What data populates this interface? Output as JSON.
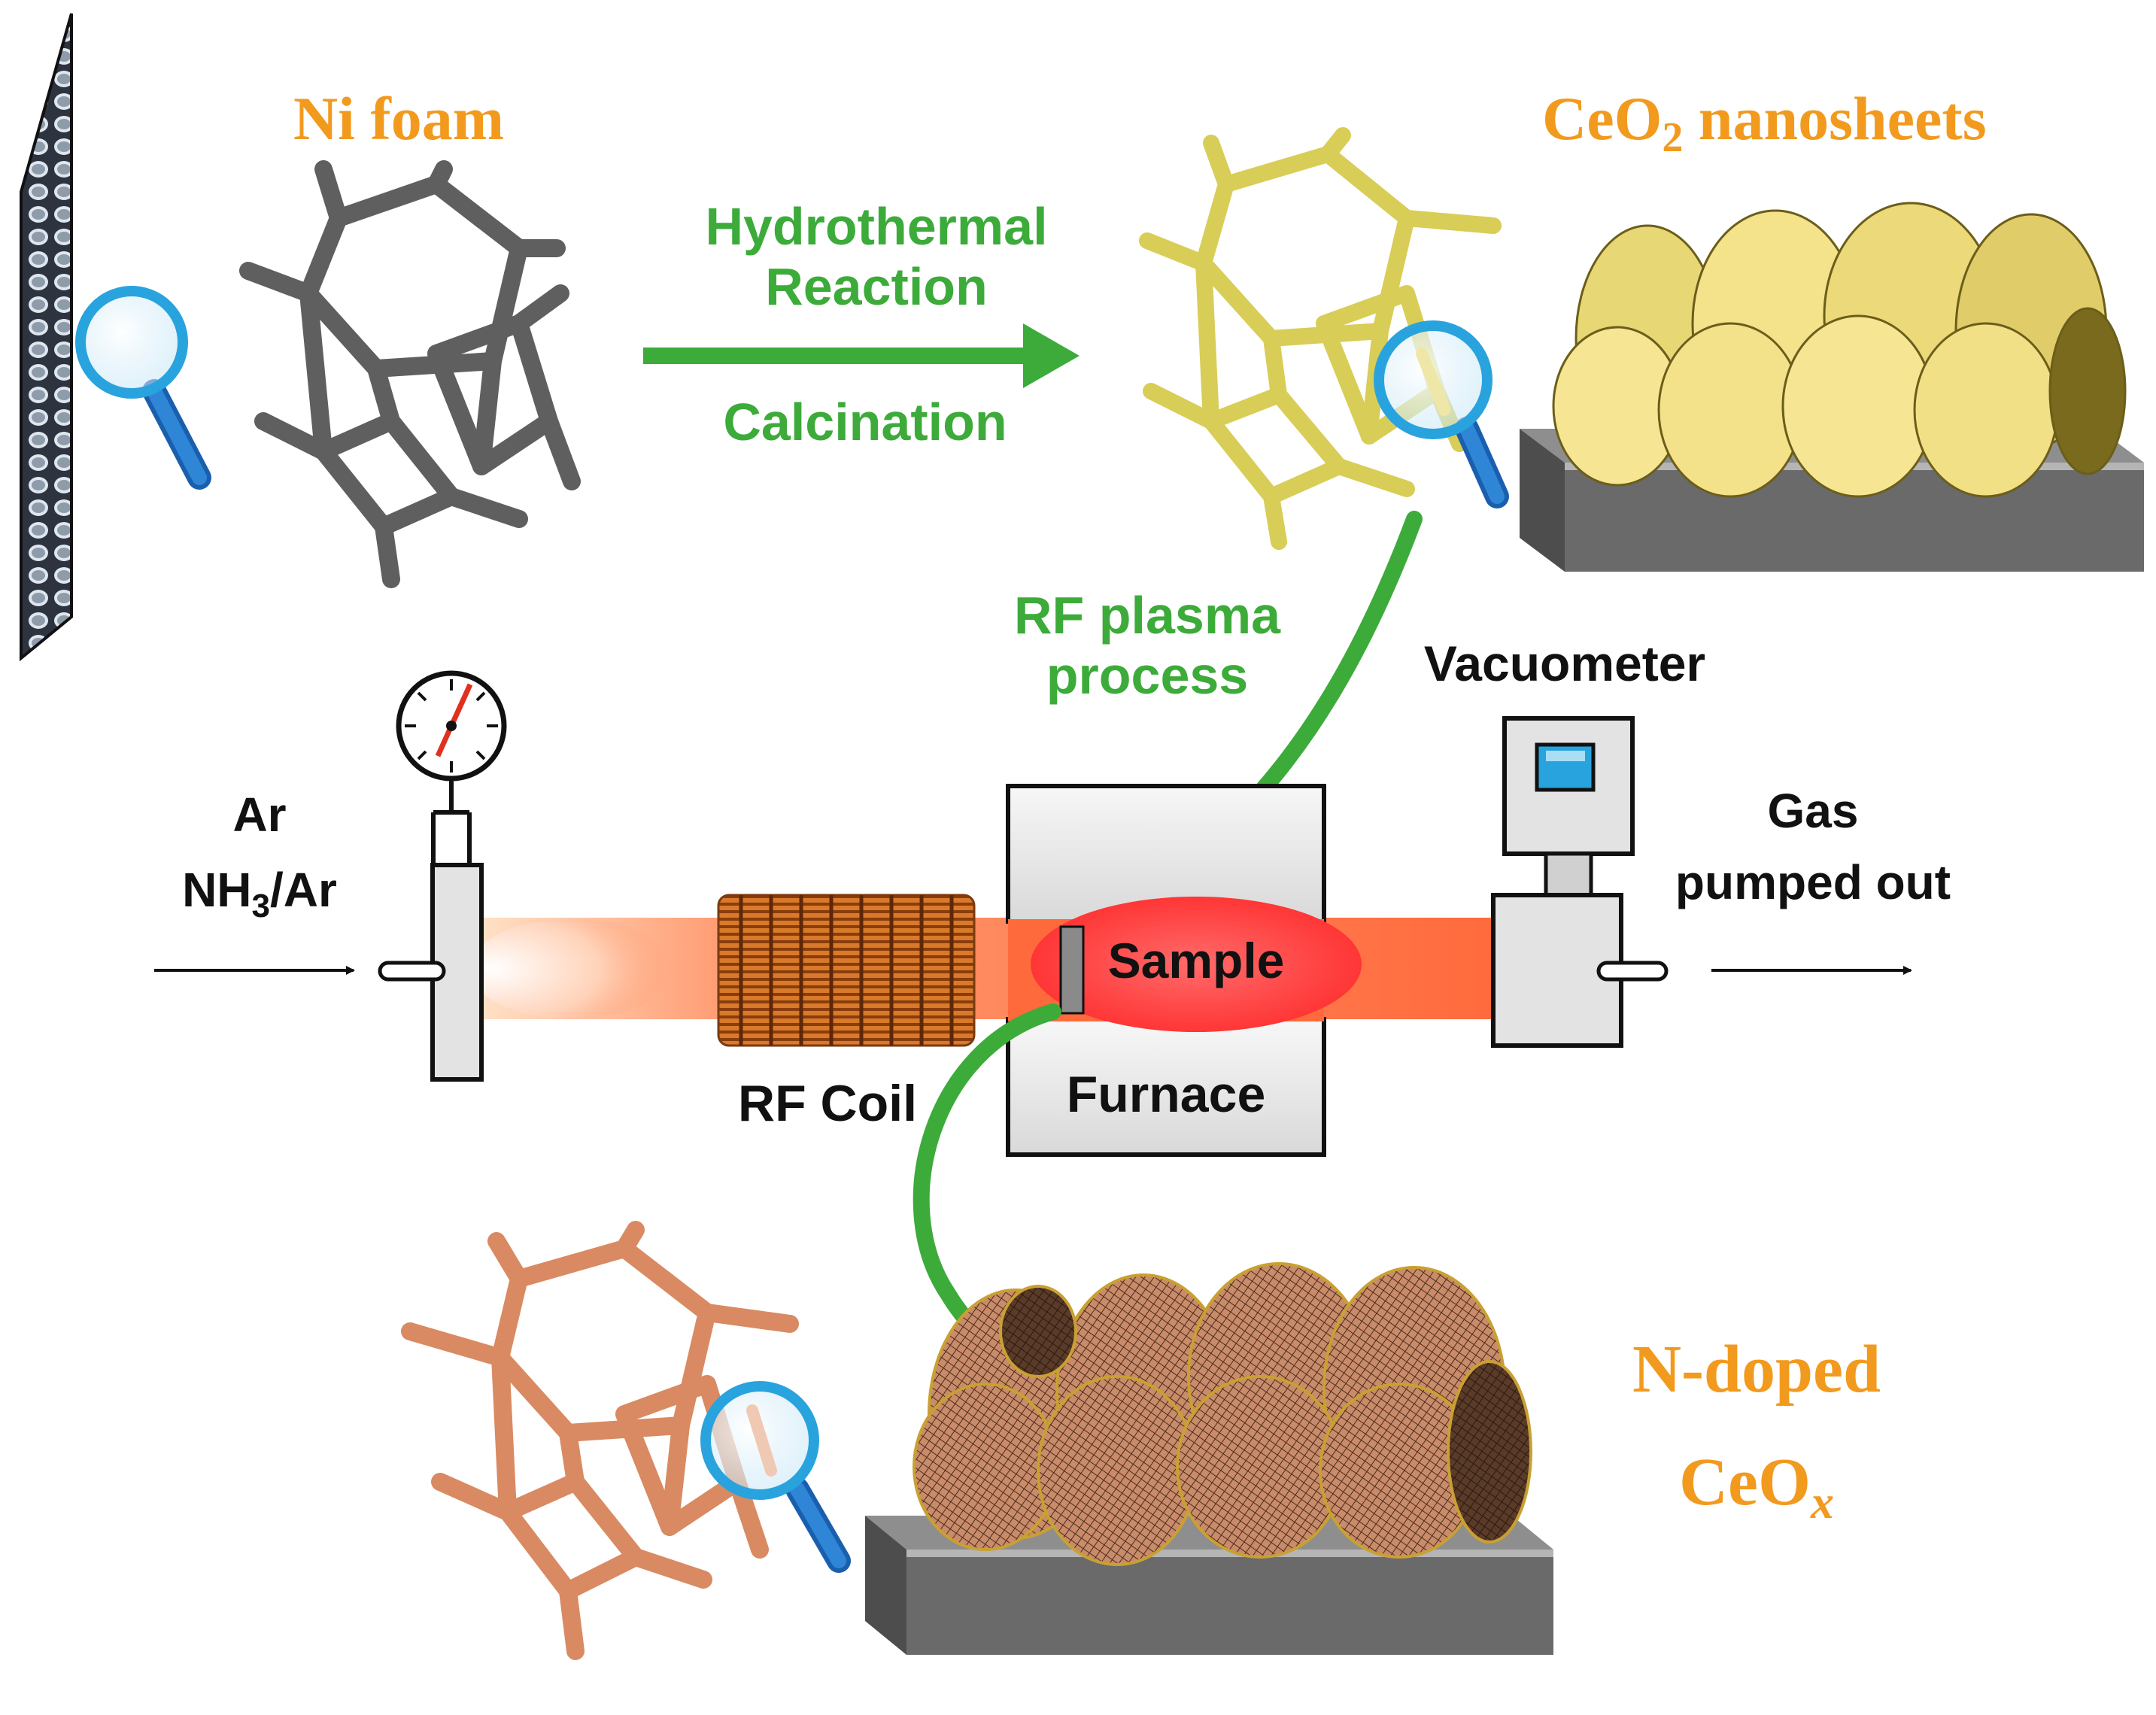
{
  "labels": {
    "ni_foam": "Ni foam",
    "ceo2_prefix": "CeO",
    "ceo2_sub": "2",
    "ceo2_suffix": " nanosheets",
    "hydrothermal_line1": "Hydrothermal",
    "hydrothermal_line2": "Reaction",
    "calcination": "Calcination",
    "rf_plasma_line1": "RF plasma",
    "rf_plasma_line2": "process",
    "vacuometer": "Vacuometer",
    "gas_in_line1": "Ar",
    "gas_in_line2_prefix": "NH",
    "gas_in_line2_sub": "3",
    "gas_in_line2_suffix": "/Ar",
    "gas_out_line1": "Gas",
    "gas_out_line2": "pumped out",
    "sample": "Sample",
    "furnace": "Furnace",
    "rf_coil": "RF Coil",
    "ndoped_line1": "N-doped",
    "ndoped_line2_prefix": "CeO",
    "ndoped_line2_sub": "x"
  },
  "colors": {
    "label_orange": "#f29a1e",
    "process_green": "#3cab3a",
    "ni_foam_gray": "#5f5f5f",
    "ceo2_yellow": "#d8cd57",
    "ndoped_copper": "#d98a62",
    "plasma_orange": "#ff7043",
    "sample_red": "#ff3b3b",
    "coil_copper": "#c8651a",
    "magnifier_blue": "#29a3dd"
  },
  "icons": [
    "magnifier-icon",
    "pressure-gauge-icon",
    "vacuometer-icon",
    "rf-coil-icon"
  ]
}
